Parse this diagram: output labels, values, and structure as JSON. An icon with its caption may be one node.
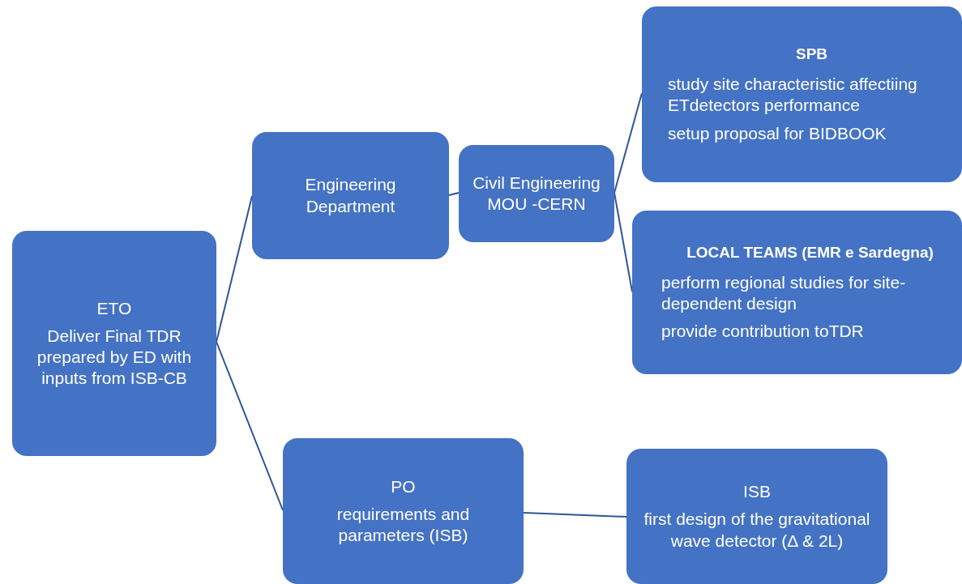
{
  "diagram": {
    "nodes": [
      {
        "text": [
          "ETO",
          "Deliver Final TDR prepared by ED with inputs from ISB-CB"
        ]
      },
      {
        "text": [
          "Engineering Department"
        ]
      },
      {
        "text": [
          "Civil Engineering MOU -CERN"
        ]
      },
      {
        "text": [
          "SPB",
          "study site characteristic affectiing ETdetectors performance",
          "setup proposal for BIDBOOK"
        ]
      },
      {
        "text": [
          "LOCAL TEAMS (EMR e Sardegna)",
          "perform regional studies for site-dependent design",
          "provide contribution toTDR"
        ]
      },
      {
        "text": [
          "PO",
          "requirements and parameters (ISB)"
        ]
      },
      {
        "text": [
          "ISB",
          "first design of the gravitational wave detector (Δ & 2L)"
        ]
      }
    ],
    "edges": [
      {
        "from": 0,
        "to": 1,
        "arrow": "none"
      },
      {
        "from": 0,
        "to": 5,
        "arrow": "none"
      },
      {
        "from": 1,
        "to": 2,
        "arrow": "none"
      },
      {
        "from": 2,
        "to": 3,
        "arrow": "none"
      },
      {
        "from": 2,
        "to": 4,
        "arrow": "none"
      },
      {
        "from": 5,
        "to": 6,
        "arrow": "none"
      }
    ]
  }
}
